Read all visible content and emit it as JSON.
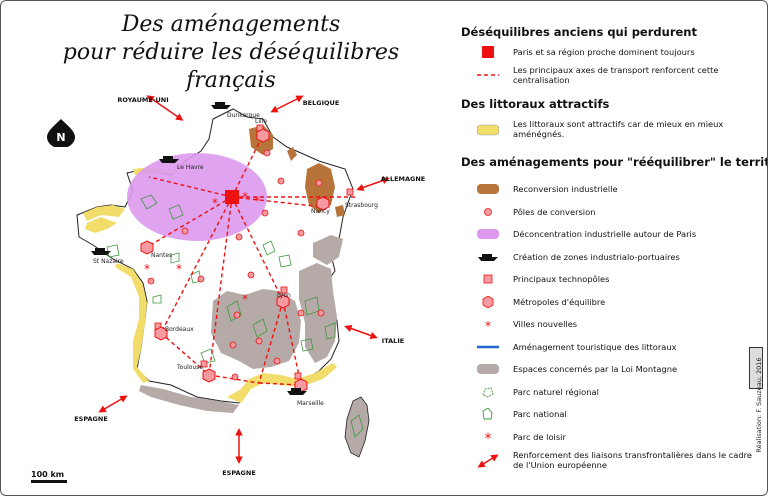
{
  "title": {
    "line1": "Des aménagements",
    "line2": "pour réduire les déséquilibres français"
  },
  "north": "N",
  "scale": "100 km",
  "credit": "Réalisation: F. Sauzeau, 2016",
  "countries": {
    "uk": "ROYAUME-UNI",
    "belgium": "BELGIQUE",
    "germany": "ALLEMAGNE",
    "italy": "ITALIE",
    "spain_w": "ESPAGNE",
    "spain_e": "ESPAGNE"
  },
  "cities": {
    "dunkerque": "Dunkerque",
    "lille": "Lille",
    "le_havre": "Le Havre",
    "strasbourg": "Strasbourg",
    "nancy": "Nancy",
    "nantes": "Nantes",
    "st_nazaire": "St Nazaire",
    "lyon": "Lyon",
    "bordeaux": "Bordeaux",
    "toulouse": "Toulouse",
    "marseille": "Marseille"
  },
  "legend": {
    "sec1": "Déséquilibres anciens qui perdurent",
    "paris": "Paris et sa région proche dominent toujours",
    "axes": "Les principaux axes de transport renforcent cette centralisation",
    "sec2": "Des littoraux attractifs",
    "littoraux": "Les littoraux sont attractifs car de mieux en mieux aménégnés.",
    "sec3": "Des aménagements pour \"rééquilibrer\" le territoire",
    "reconversion": "Reconversion industrielle",
    "poles": "Pôles de conversion",
    "deconcentration": "Déconcentration industrielle autour de Paris",
    "zip": "Création de  zones industrialo-portuaires",
    "technopoles": "Principaux technopôles",
    "metropoles": "Métropoles d'équilibre",
    "villes": "Villes nouvelles",
    "touristique": "Aménagement touristique des littoraux",
    "montagne": "Espaces concernés par la Loi Montagne",
    "pnr": "Parc naturel régional",
    "pn": "Parc national",
    "loisir": "Parc de loisir",
    "transfront": "Renforcement des liaisons transfrontalières dans le cadre de l'Union européenne"
  },
  "colors": {
    "red": "#ee1111",
    "brown": "#b8733a",
    "violet": "#dd99ee",
    "yellow": "#f2dc6a",
    "gray": "#b5aaa8",
    "green": "#3f9a3f",
    "blue": "#2266cc",
    "pink": "#f59aa0"
  }
}
